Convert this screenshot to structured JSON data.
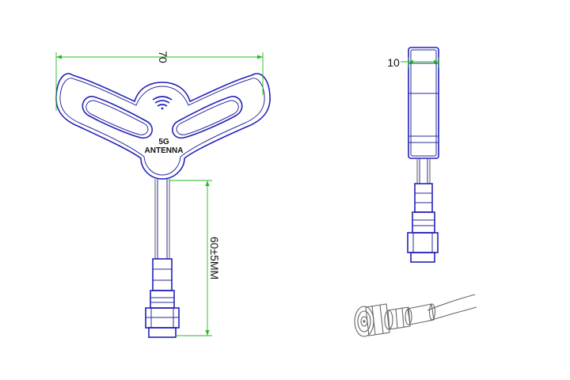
{
  "drawing": {
    "width_dimension": "70",
    "cable_length_dimension": "60±5MM",
    "thickness_dimension": "10",
    "product_label_line1": "5G",
    "product_label_line2": "ANTENNA",
    "wifi_icon": "wifi-icon"
  },
  "colors": {
    "outline": "#2222bb",
    "dimension_lines": "#22bb22",
    "text": "#111111"
  }
}
